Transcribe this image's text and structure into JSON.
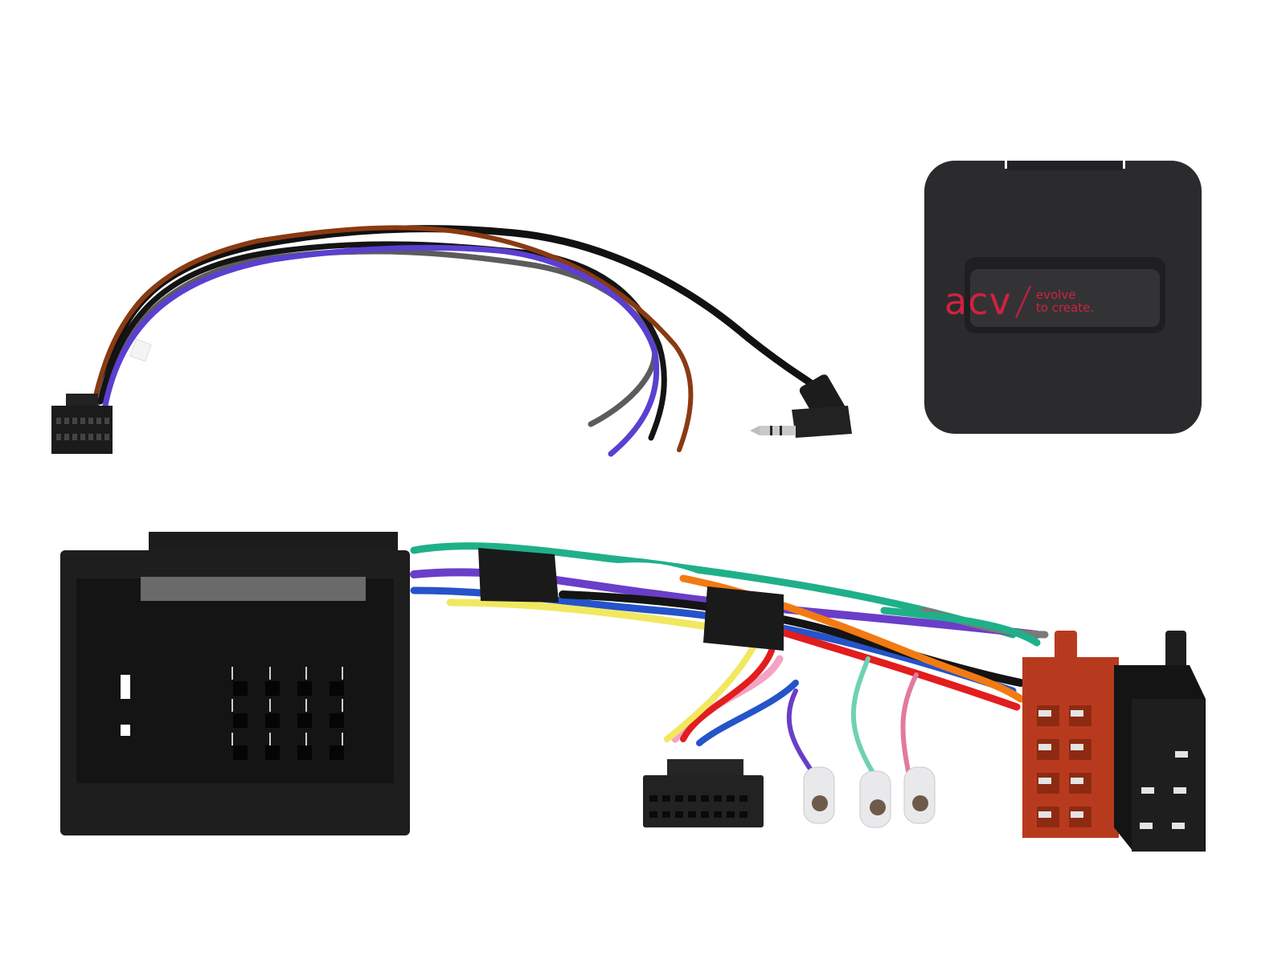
{
  "scene": {
    "description": "Steering wheel control adapter kit product photo",
    "background_color": "#ffffff"
  },
  "interface_box": {
    "brand": "acv",
    "separator": "/",
    "tagline_line1": "evolve",
    "tagline_line2": "to create.",
    "body_color": "#2a2a2c",
    "brand_color": "#d0223f"
  },
  "patch_lead": {
    "connector": "16-pin-plug",
    "wire_colors": [
      "#8a3a12",
      "#141414",
      "#5b3fd0",
      "#5a5a5a"
    ],
    "jack": "3.5mm-right-angle-stereo-jack"
  },
  "harness": {
    "vehicle_connector": "quadlock-connector",
    "head_unit_connector": "16-pin-plug",
    "iso_connectors": [
      {
        "name": "iso-power",
        "color": "#b83a1e"
      },
      {
        "name": "iso-speaker",
        "color": "#1e1e1e"
      }
    ],
    "bullet_terminals": 3,
    "wire_colors": [
      "#1fb08a",
      "#ffffff",
      "#6a3ec8",
      "#2553c9",
      "#f1e860",
      "#141414",
      "#f27a12",
      "#e21d1d",
      "#f4a3c5",
      "#7a7a7a"
    ]
  }
}
